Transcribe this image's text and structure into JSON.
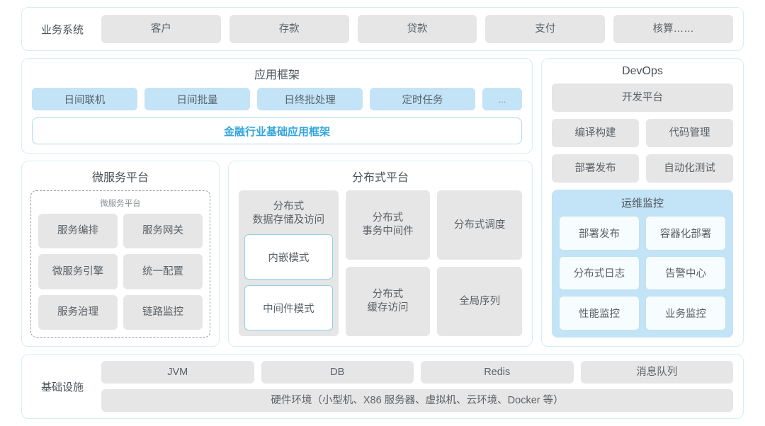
{
  "business_system": {
    "label": "业务系统",
    "items": [
      "客户",
      "存款",
      "贷款",
      "支付",
      "核算……"
    ]
  },
  "app_framework": {
    "title": "应用框架",
    "pills": [
      "日间联机",
      "日间批量",
      "日终批处理",
      "定时任务"
    ],
    "ellipsis": "...",
    "banner": "金融行业基础应用框架",
    "banner_color": "#33a6dd"
  },
  "microservice_platform": {
    "title": "微服务平台",
    "sub_title": "微服务平台",
    "items": [
      "服务编排",
      "服务网关",
      "微服务引擎",
      "统一配置",
      "服务治理",
      "链路监控"
    ]
  },
  "distributed_platform": {
    "title": "分布式平台",
    "storage": {
      "title": "分布式\n数据存储及访问",
      "title_line1": "分布式",
      "title_line2": "数据存储及访问",
      "modes": [
        "内嵌模式",
        "中间件模式"
      ]
    },
    "cards": [
      {
        "line1": "分布式",
        "line2": "事务中间件"
      },
      {
        "line1": "分布式调度",
        "line2": ""
      },
      {
        "line1": "分布式",
        "line2": "缓存访问"
      },
      {
        "line1": "全局序列",
        "line2": ""
      }
    ]
  },
  "devops": {
    "title": "DevOps",
    "platform": "开发平台",
    "items": [
      "编译构建",
      "代码管理",
      "部署发布",
      "自动化测试"
    ],
    "ops_monitor": {
      "title": "运维监控",
      "items": [
        "部署发布",
        "容器化部署",
        "分布式日志",
        "告警中心",
        "性能监控",
        "业务监控"
      ]
    }
  },
  "infrastructure": {
    "label": "基础设施",
    "items": [
      "JVM",
      "DB",
      "Redis",
      "消息队列"
    ],
    "hardware": "硬件环境（小型机、X86 服务器、虚拟机、云环境、Docker 等）"
  },
  "theme": {
    "border": "#d6eef4",
    "gray_card": "#e6e6e6",
    "blue_card": "#c3e3f6",
    "text": "#5c6166",
    "accent": "#33a6dd"
  }
}
